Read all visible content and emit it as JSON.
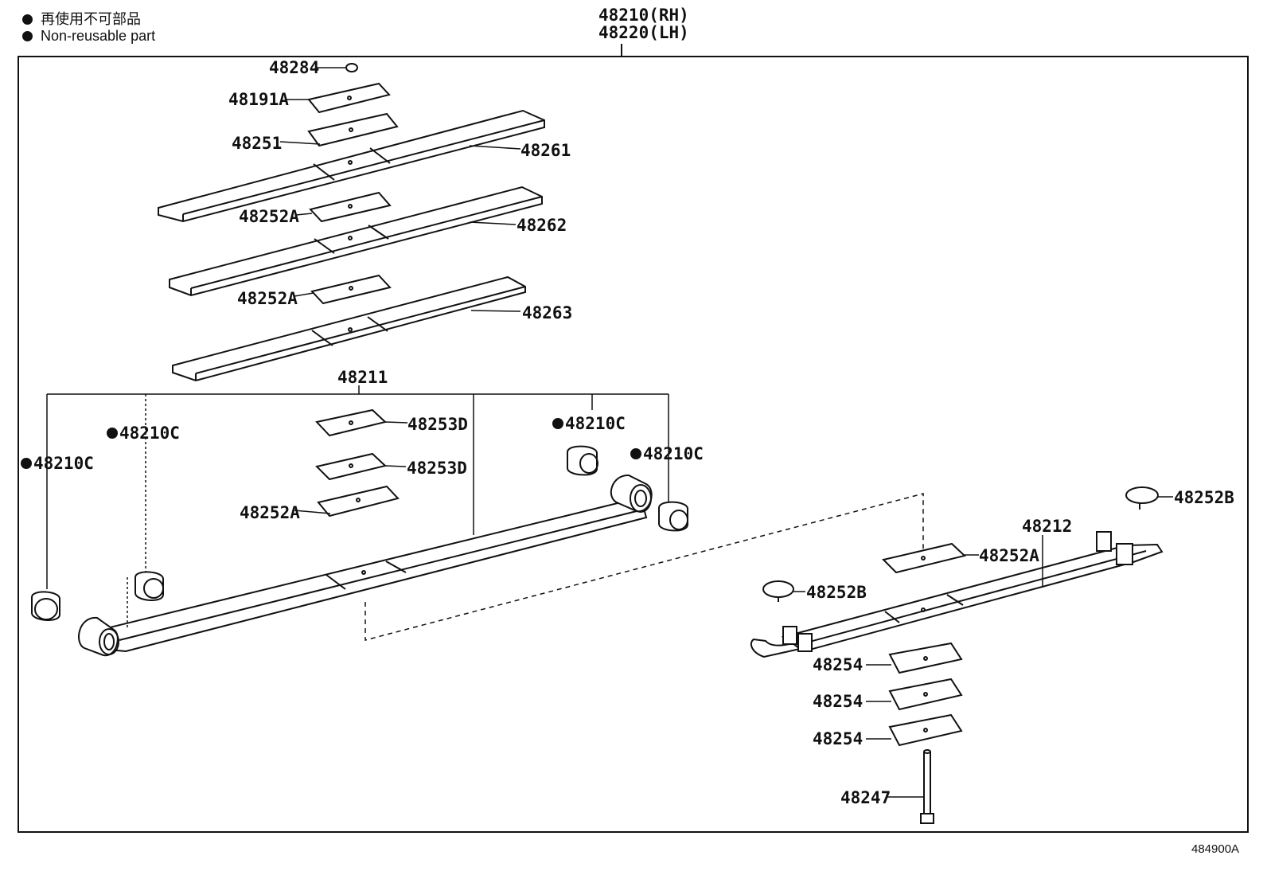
{
  "legend": [
    {
      "text": "再使用不可部品"
    },
    {
      "text": "Non-reusable part"
    }
  ],
  "assembly": {
    "rh": "48210(RH)",
    "lh": "48220(LH)"
  },
  "callouts": {
    "p48284": "48284",
    "p48191a": "48191A",
    "p48251": "48251",
    "p48261": "48261",
    "p48252a_1": "48252A",
    "p48262": "48262",
    "p48252a_2": "48252A",
    "p48263": "48263",
    "p48211": "48211",
    "p48253d_1": "48253D",
    "p48253d_2": "48253D",
    "p48252a_3": "48252A",
    "p48210c_1": "48210C",
    "p48210c_2": "48210C",
    "p48210c_3": "48210C",
    "p48210c_4": "48210C",
    "p48252b_1": "48252B",
    "p48212": "48212",
    "p48252a_4": "48252A",
    "p48252b_2": "48252B",
    "p48254_1": "48254",
    "p48254_2": "48254",
    "p48254_3": "48254",
    "p48247": "48247"
  },
  "figure_ref": "484900A"
}
